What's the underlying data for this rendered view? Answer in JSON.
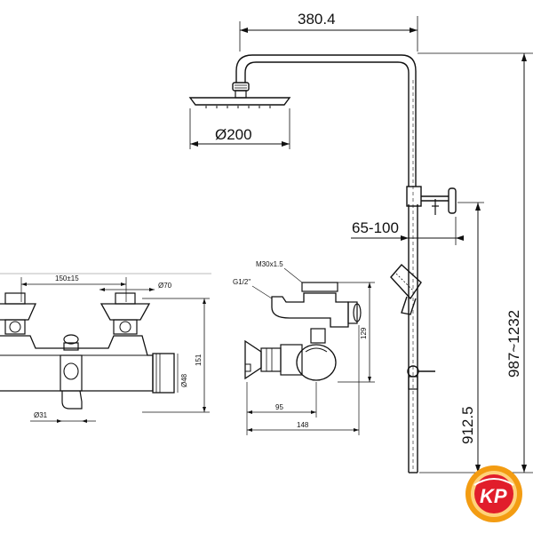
{
  "dimensions": {
    "shower_arm_reach": "380.4",
    "head_diameter": "Ø200",
    "wall_offset": "65-100",
    "total_height": "987~1232",
    "mixer_height": "912.5",
    "mixer_spacing": "150±15",
    "mixer_knob_dia": "Ø70",
    "mixer_body_dia": "Ø48",
    "mixer_height_side": "151",
    "mixer_pipe_dia": "Ø31",
    "side_thread_top": "M30x1.5",
    "side_thread_inlet": "G1/2\"",
    "side_height": "129",
    "side_depth_inner": "95",
    "side_depth_outer": "148"
  },
  "logo": {
    "text": "KP",
    "colors": {
      "outer": "#f39c12",
      "inner": "#e11d2b",
      "text": "#ffffff"
    }
  }
}
